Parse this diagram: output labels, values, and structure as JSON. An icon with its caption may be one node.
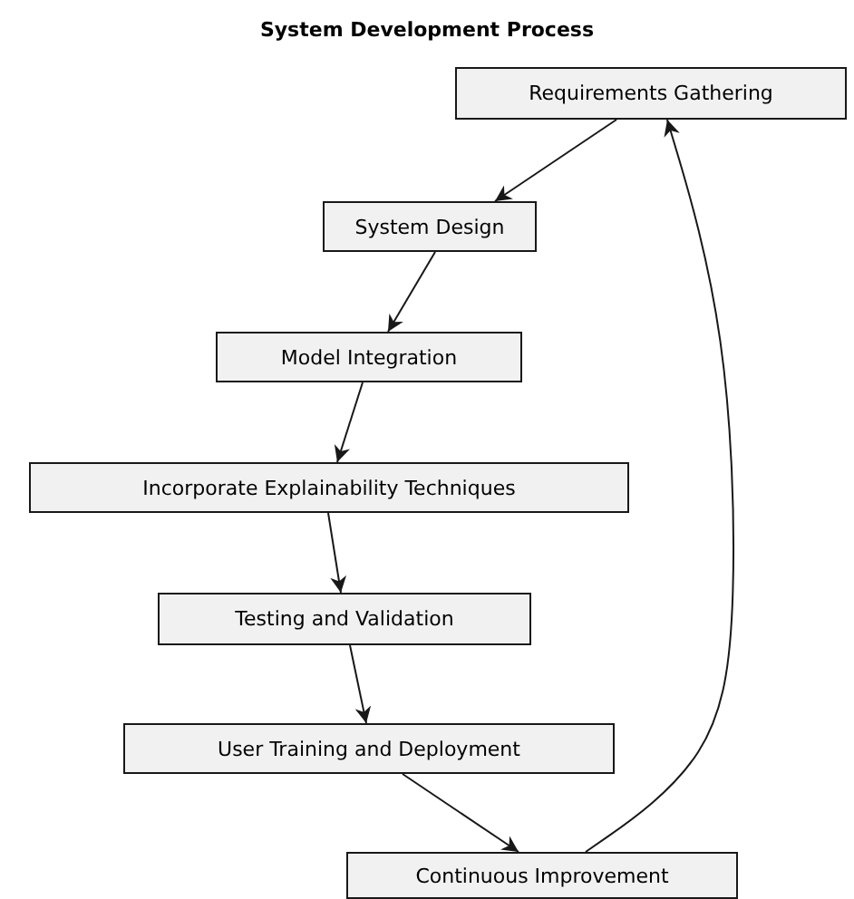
{
  "diagram": {
    "title": "System Development Process",
    "nodes": [
      {
        "text": [
          "Requirements Gathering"
        ]
      },
      {
        "text": [
          "System Design"
        ]
      },
      {
        "text": [
          "Model Integration"
        ]
      },
      {
        "text": [
          "Incorporate Explainability Techniques"
        ]
      },
      {
        "text": [
          "Testing and Validation"
        ]
      },
      {
        "text": [
          "User Training and Deployment"
        ]
      },
      {
        "text": [
          "Continuous Improvement"
        ]
      }
    ],
    "edges": [
      {
        "from": 0,
        "to": 1,
        "arrow": "to"
      },
      {
        "from": 1,
        "to": 2,
        "arrow": "to"
      },
      {
        "from": 2,
        "to": 3,
        "arrow": "to"
      },
      {
        "from": 3,
        "to": 4,
        "arrow": "to"
      },
      {
        "from": 4,
        "to": 5,
        "arrow": "to"
      },
      {
        "from": 5,
        "to": 6,
        "arrow": "to"
      },
      {
        "from": 6,
        "to": 0,
        "arrow": "to"
      }
    ]
  }
}
